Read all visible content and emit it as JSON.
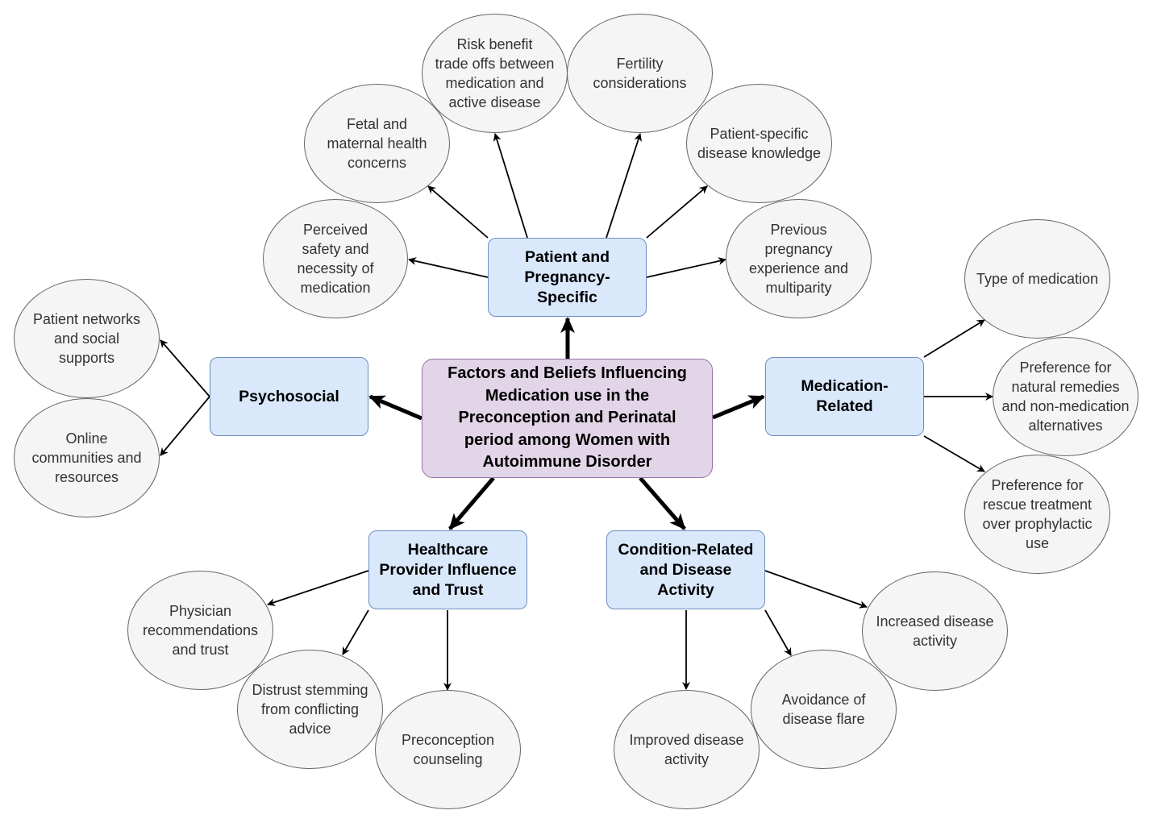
{
  "title": "Factors and Beliefs Influencing Medication use in the Preconception and Perinatal period among Women with Autoimmune Disorder",
  "colors": {
    "root_fill": "#e1d5e7",
    "root_stroke": "#9673a6",
    "category_fill": "#dae8fc",
    "category_stroke": "#6c8ebf",
    "leaf_fill": "#f5f5f5",
    "leaf_stroke": "#666666",
    "edge": "#000000"
  },
  "root": {
    "id": "root",
    "label": "Factors and Beliefs Influencing\nMedication use in the\nPreconception and Perinatal\nperiod among Women with\nAutoimmune Disorder"
  },
  "categories": [
    {
      "id": "patient-pregnancy",
      "label": "Patient and\nPregnancy-\nSpecific",
      "children": [
        {
          "id": "perceived-safety",
          "label": "Perceived\nsafety and\nnecessity of\nmedication"
        },
        {
          "id": "fetal-maternal",
          "label": "Fetal and\nmaternal health\nconcerns"
        },
        {
          "id": "risk-benefit",
          "label": "Risk benefit\ntrade offs between\nmedication and\nactive disease"
        },
        {
          "id": "fertility",
          "label": "Fertility\nconsiderations"
        },
        {
          "id": "disease-knowledge",
          "label": "Patient-specific\ndisease knowledge"
        },
        {
          "id": "previous-pregnancy",
          "label": "Previous\npregnancy\nexperience and\nmultiparity"
        }
      ]
    },
    {
      "id": "psychosocial",
      "label": "Psychosocial",
      "children": [
        {
          "id": "patient-networks",
          "label": "Patient networks\nand social\nsupports"
        },
        {
          "id": "online-communities",
          "label": "Online\ncommunities and\nresources"
        }
      ]
    },
    {
      "id": "medication-related",
      "label": "Medication-\nRelated",
      "children": [
        {
          "id": "type-of-medication",
          "label": "Type of medication"
        },
        {
          "id": "natural-remedies",
          "label": "Preference for\nnatural remedies\nand non-medication\nalternatives"
        },
        {
          "id": "rescue-treatment",
          "label": "Preference for\nrescue treatment\nover prophylactic\nuse"
        }
      ]
    },
    {
      "id": "healthcare-provider",
      "label": "Healthcare\nProvider Influence\nand Trust",
      "children": [
        {
          "id": "physician-recommendations",
          "label": "Physician\nrecommendations\nand trust"
        },
        {
          "id": "distrust-conflicting",
          "label": "Distrust stemming\nfrom conflicting\nadvice"
        },
        {
          "id": "preconception-counseling",
          "label": "Preconception\ncounseling"
        }
      ]
    },
    {
      "id": "condition-related",
      "label": "Condition-Related\nand Disease\nActivity",
      "children": [
        {
          "id": "improved-activity",
          "label": "Improved disease\nactivity"
        },
        {
          "id": "avoidance-flare",
          "label": "Avoidance of\ndisease flare"
        },
        {
          "id": "increased-activity",
          "label": "Increased disease\nactivity"
        }
      ]
    }
  ],
  "edges": [
    {
      "from": "root",
      "to": "patient-pregnancy",
      "weight": "thick"
    },
    {
      "from": "root",
      "to": "psychosocial",
      "weight": "thick"
    },
    {
      "from": "root",
      "to": "medication-related",
      "weight": "thick"
    },
    {
      "from": "root",
      "to": "healthcare-provider",
      "weight": "thick"
    },
    {
      "from": "root",
      "to": "condition-related",
      "weight": "thick"
    },
    {
      "from": "patient-pregnancy",
      "to": "perceived-safety",
      "weight": "thin"
    },
    {
      "from": "patient-pregnancy",
      "to": "fetal-maternal",
      "weight": "thin"
    },
    {
      "from": "patient-pregnancy",
      "to": "risk-benefit",
      "weight": "thin"
    },
    {
      "from": "patient-pregnancy",
      "to": "fertility",
      "weight": "thin"
    },
    {
      "from": "patient-pregnancy",
      "to": "disease-knowledge",
      "weight": "thin"
    },
    {
      "from": "patient-pregnancy",
      "to": "previous-pregnancy",
      "weight": "thin"
    },
    {
      "from": "psychosocial",
      "to": "patient-networks",
      "weight": "thin"
    },
    {
      "from": "psychosocial",
      "to": "online-communities",
      "weight": "thin"
    },
    {
      "from": "medication-related",
      "to": "type-of-medication",
      "weight": "thin"
    },
    {
      "from": "medication-related",
      "to": "natural-remedies",
      "weight": "thin"
    },
    {
      "from": "medication-related",
      "to": "rescue-treatment",
      "weight": "thin"
    },
    {
      "from": "healthcare-provider",
      "to": "physician-recommendations",
      "weight": "thin"
    },
    {
      "from": "healthcare-provider",
      "to": "distrust-conflicting",
      "weight": "thin"
    },
    {
      "from": "healthcare-provider",
      "to": "preconception-counseling",
      "weight": "thin"
    },
    {
      "from": "condition-related",
      "to": "improved-activity",
      "weight": "thin"
    },
    {
      "from": "condition-related",
      "to": "avoidance-flare",
      "weight": "thin"
    },
    {
      "from": "condition-related",
      "to": "increased-activity",
      "weight": "thin"
    }
  ]
}
